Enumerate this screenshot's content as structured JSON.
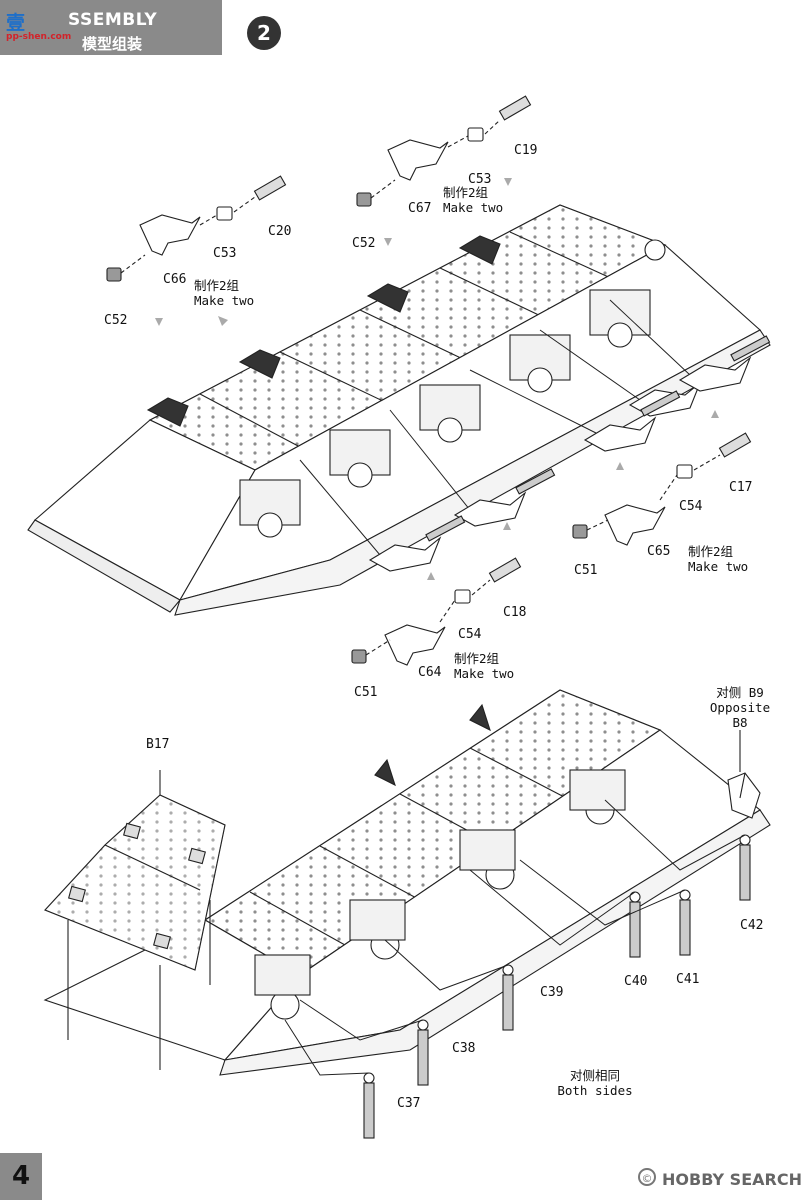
{
  "header": {
    "logo_text": "壹",
    "logo_domain": "pp-shen.com",
    "title": "SSEMBLY",
    "subtitle": "模型组装",
    "step_number": "2"
  },
  "labels": {
    "c19": "C19",
    "c53_top": "C53",
    "c67": "C67",
    "c52_top": "C52",
    "c20": "C20",
    "c53_left": "C53",
    "c66": "C66",
    "c52_left": "C52",
    "c17": "C17",
    "c54_right": "C54",
    "c65": "C65",
    "c51_right": "C51",
    "c18": "C18",
    "c54_mid": "C54",
    "c64": "C64",
    "c51_mid": "C51",
    "b17": "B17",
    "b9": "对侧 B9",
    "opposite": "Opposite",
    "b8": "B8",
    "c42": "C42",
    "c41": "C41",
    "c40": "C40",
    "c39": "C39",
    "c38": "C38",
    "c37": "C37"
  },
  "notes": {
    "make_two_cn": "制作2组",
    "make_two_en": "Make two",
    "both_sides_cn": "对侧相同",
    "both_sides_en": "Both sides"
  },
  "footer": {
    "page_number": "4",
    "watermark": "HOBBY SEARCH",
    "watermark_icon": "copyright-icon"
  }
}
